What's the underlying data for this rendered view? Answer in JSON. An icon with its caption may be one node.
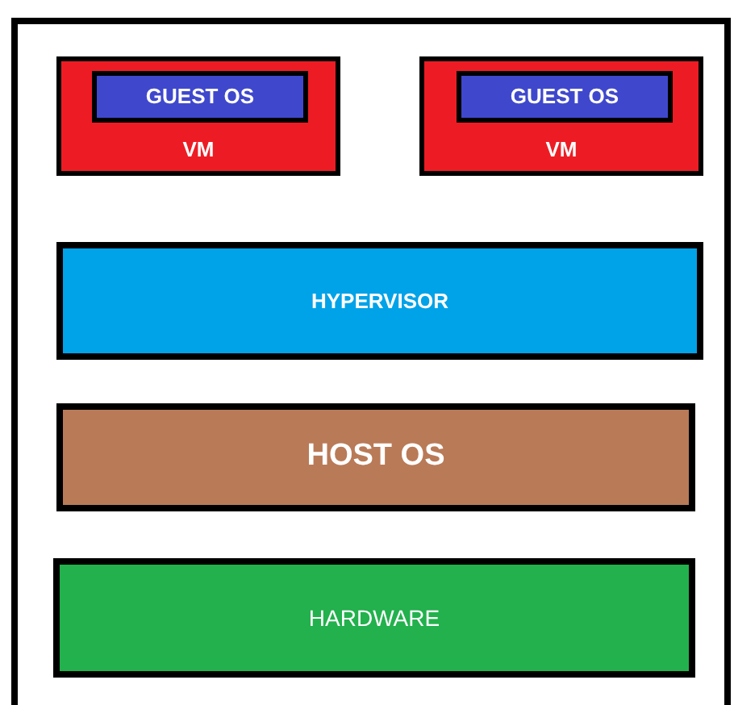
{
  "diagram": {
    "nodes": [
      {
        "text": [
          "VM"
        ]
      },
      {
        "text": [
          "GUEST OS"
        ],
        "in": 0
      },
      {
        "text": [
          "VM"
        ]
      },
      {
        "text": [
          "GUEST OS"
        ],
        "in": 2
      },
      {
        "text": [
          "HYPERVISOR"
        ]
      },
      {
        "text": [
          "HOST OS"
        ]
      },
      {
        "text": [
          "HARDWARE"
        ]
      }
    ]
  }
}
